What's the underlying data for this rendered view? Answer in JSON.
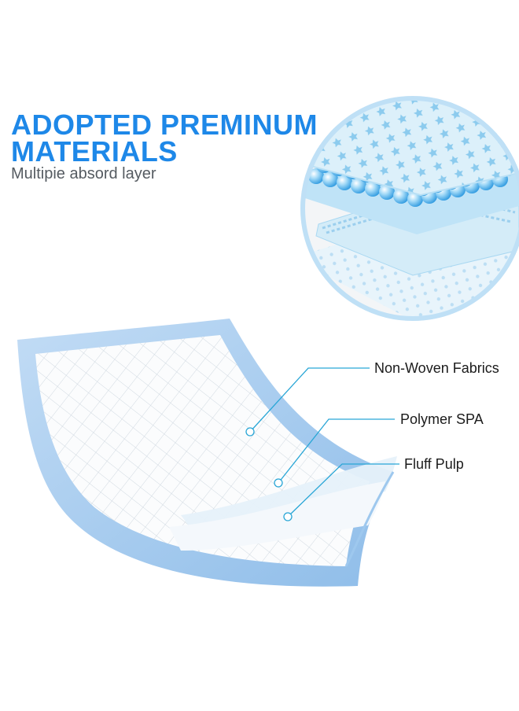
{
  "headline": {
    "line1": "ADOPTED PREMINUM",
    "line2": "MATERIALS"
  },
  "subtitle": "Multipie absord layer",
  "callouts": [
    {
      "label": "Non-Woven Fabrics"
    },
    {
      "label": "Polymer SPA"
    },
    {
      "label": "Fluff Pulp"
    }
  ],
  "colors": {
    "accent": "#1e88e8",
    "pad_edge": "#a9cdf2",
    "leader_line": "#29a6d6"
  }
}
